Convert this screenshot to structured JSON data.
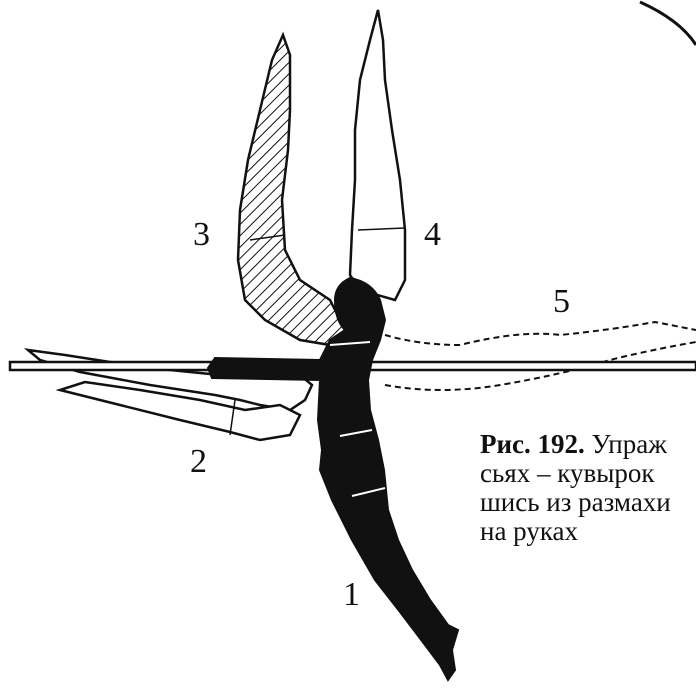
{
  "labels": {
    "pos1": "1",
    "pos2": "2",
    "pos3": "3",
    "pos4": "4",
    "pos5": "5"
  },
  "caption": {
    "figure_number": "Рис. 192.",
    "line1_rest": "Упраж",
    "line2": "сьях – кувырок",
    "line3": "шись из размахи",
    "line4": "на руках"
  }
}
